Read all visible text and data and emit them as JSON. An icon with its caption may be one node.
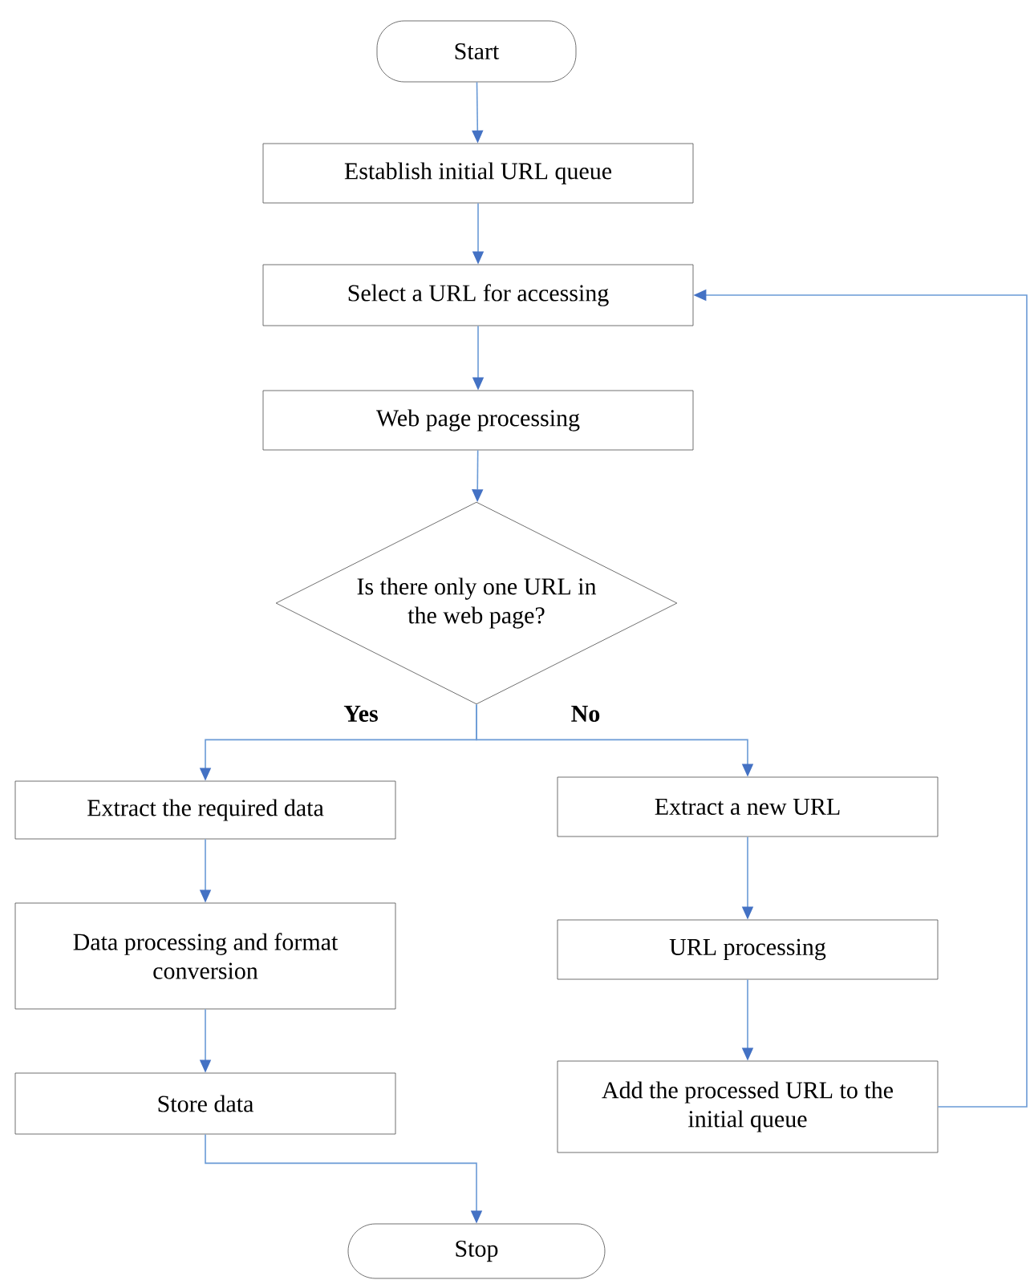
{
  "diagram": {
    "nodes": [
      {
        "text": [
          "Start"
        ]
      },
      {
        "text": [
          "Establish initial URL queue"
        ]
      },
      {
        "text": [
          "Select a URL for accessing"
        ]
      },
      {
        "text": [
          "Web page processing"
        ]
      },
      {
        "text": [
          "Is there only one URL in the web page?"
        ]
      },
      {
        "text": [
          "Extract the required data"
        ]
      },
      {
        "text": [
          "Data processing and format conversion"
        ]
      },
      {
        "text": [
          "Store data"
        ]
      },
      {
        "text": [
          "Extract a new URL"
        ]
      },
      {
        "text": [
          "URL processing"
        ]
      },
      {
        "text": [
          "Add the processed URL to the initial queue"
        ]
      },
      {
        "text": [
          "Stop"
        ]
      }
    ],
    "edges": [
      {
        "from": 0,
        "to": 1,
        "arrow": "to"
      },
      {
        "from": 1,
        "to": 2,
        "arrow": "to"
      },
      {
        "from": 2,
        "to": 3,
        "arrow": "to"
      },
      {
        "from": 3,
        "to": 4,
        "arrow": "to"
      },
      {
        "from": 4,
        "to": 5,
        "arrow": "to",
        "label": "Yes"
      },
      {
        "from": 4,
        "to": 8,
        "arrow": "to",
        "label": "No"
      },
      {
        "from": 5,
        "to": 6,
        "arrow": "to"
      },
      {
        "from": 6,
        "to": 7,
        "arrow": "to"
      },
      {
        "from": 7,
        "to": 11,
        "arrow": "to"
      },
      {
        "from": 8,
        "to": 9,
        "arrow": "to"
      },
      {
        "from": 9,
        "to": 10,
        "arrow": "to"
      },
      {
        "from": 10,
        "to": 2,
        "arrow": "to"
      }
    ]
  }
}
